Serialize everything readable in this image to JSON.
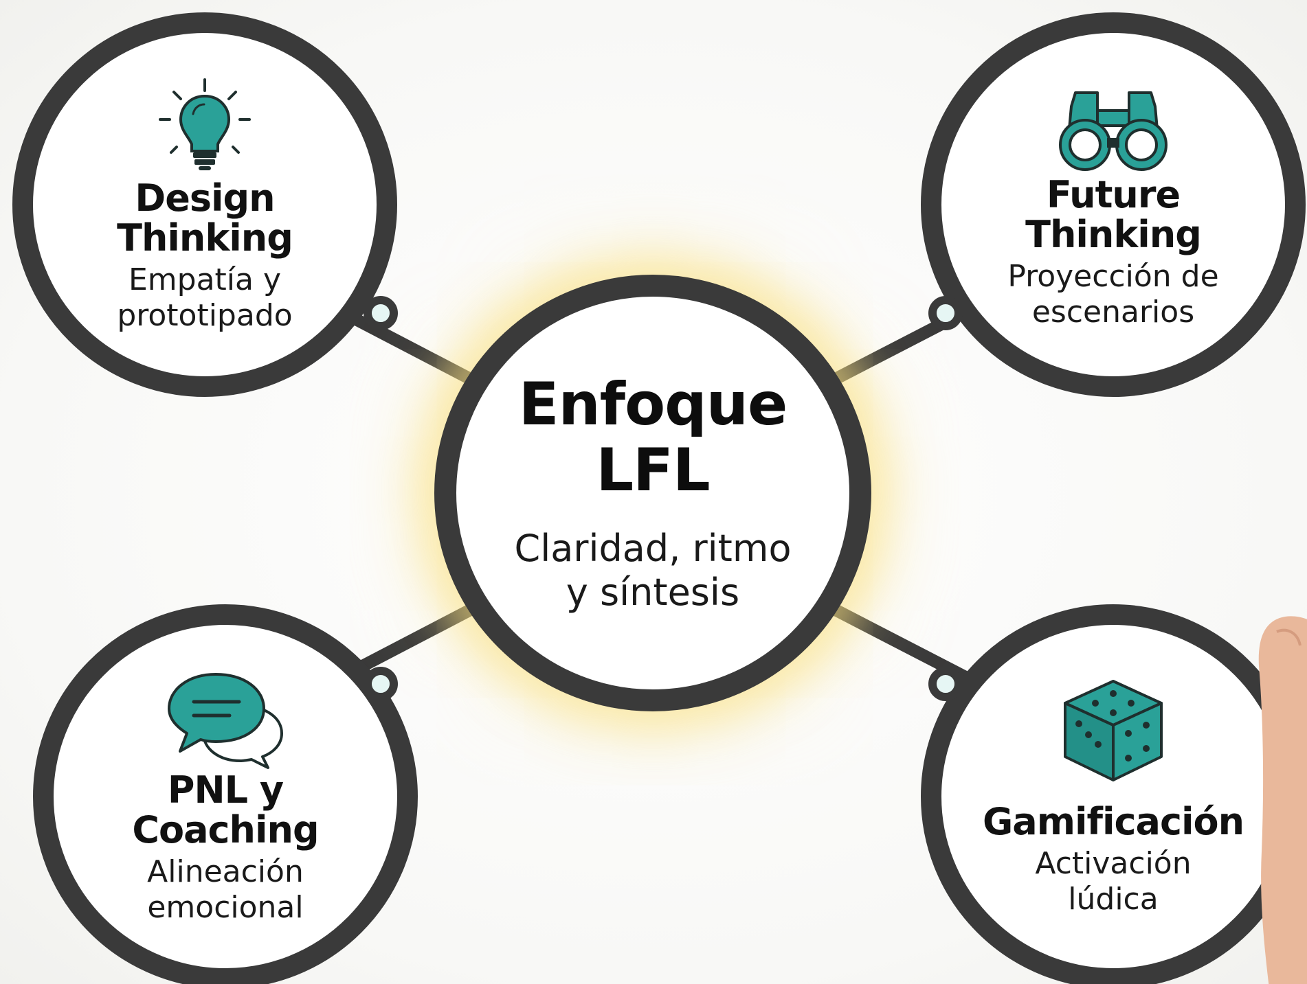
{
  "center": {
    "title_line1": "Enfoque",
    "title_line2": "LFL",
    "subtitle_line1": "Claridad, ritmo",
    "subtitle_line2": "y síntesis"
  },
  "nodes": {
    "design": {
      "title_line1": "Design",
      "title_line2": "Thinking",
      "subtitle_line1": "Empatía y",
      "subtitle_line2": "prototipado",
      "icon": "lightbulb-icon"
    },
    "future": {
      "title_line1": "Future",
      "title_line2": "Thinking",
      "subtitle_line1": "Proyección de",
      "subtitle_line2": "escenarios",
      "icon": "binoculars-icon"
    },
    "pnl": {
      "title_line1": "PNL y",
      "title_line2": "Coaching",
      "subtitle_line1": "Alineación",
      "subtitle_line2": "emocional",
      "icon": "chat-bubbles-icon"
    },
    "gamif": {
      "title_line1": "Gamificación",
      "subtitle_line1": "Activación",
      "subtitle_line2": "lúdica",
      "icon": "dice-icon"
    }
  },
  "colors": {
    "ring": "#3a3a3a",
    "accent": "#2aa198",
    "accent_dark": "#1f2f2e",
    "glow": "#fadd78"
  }
}
